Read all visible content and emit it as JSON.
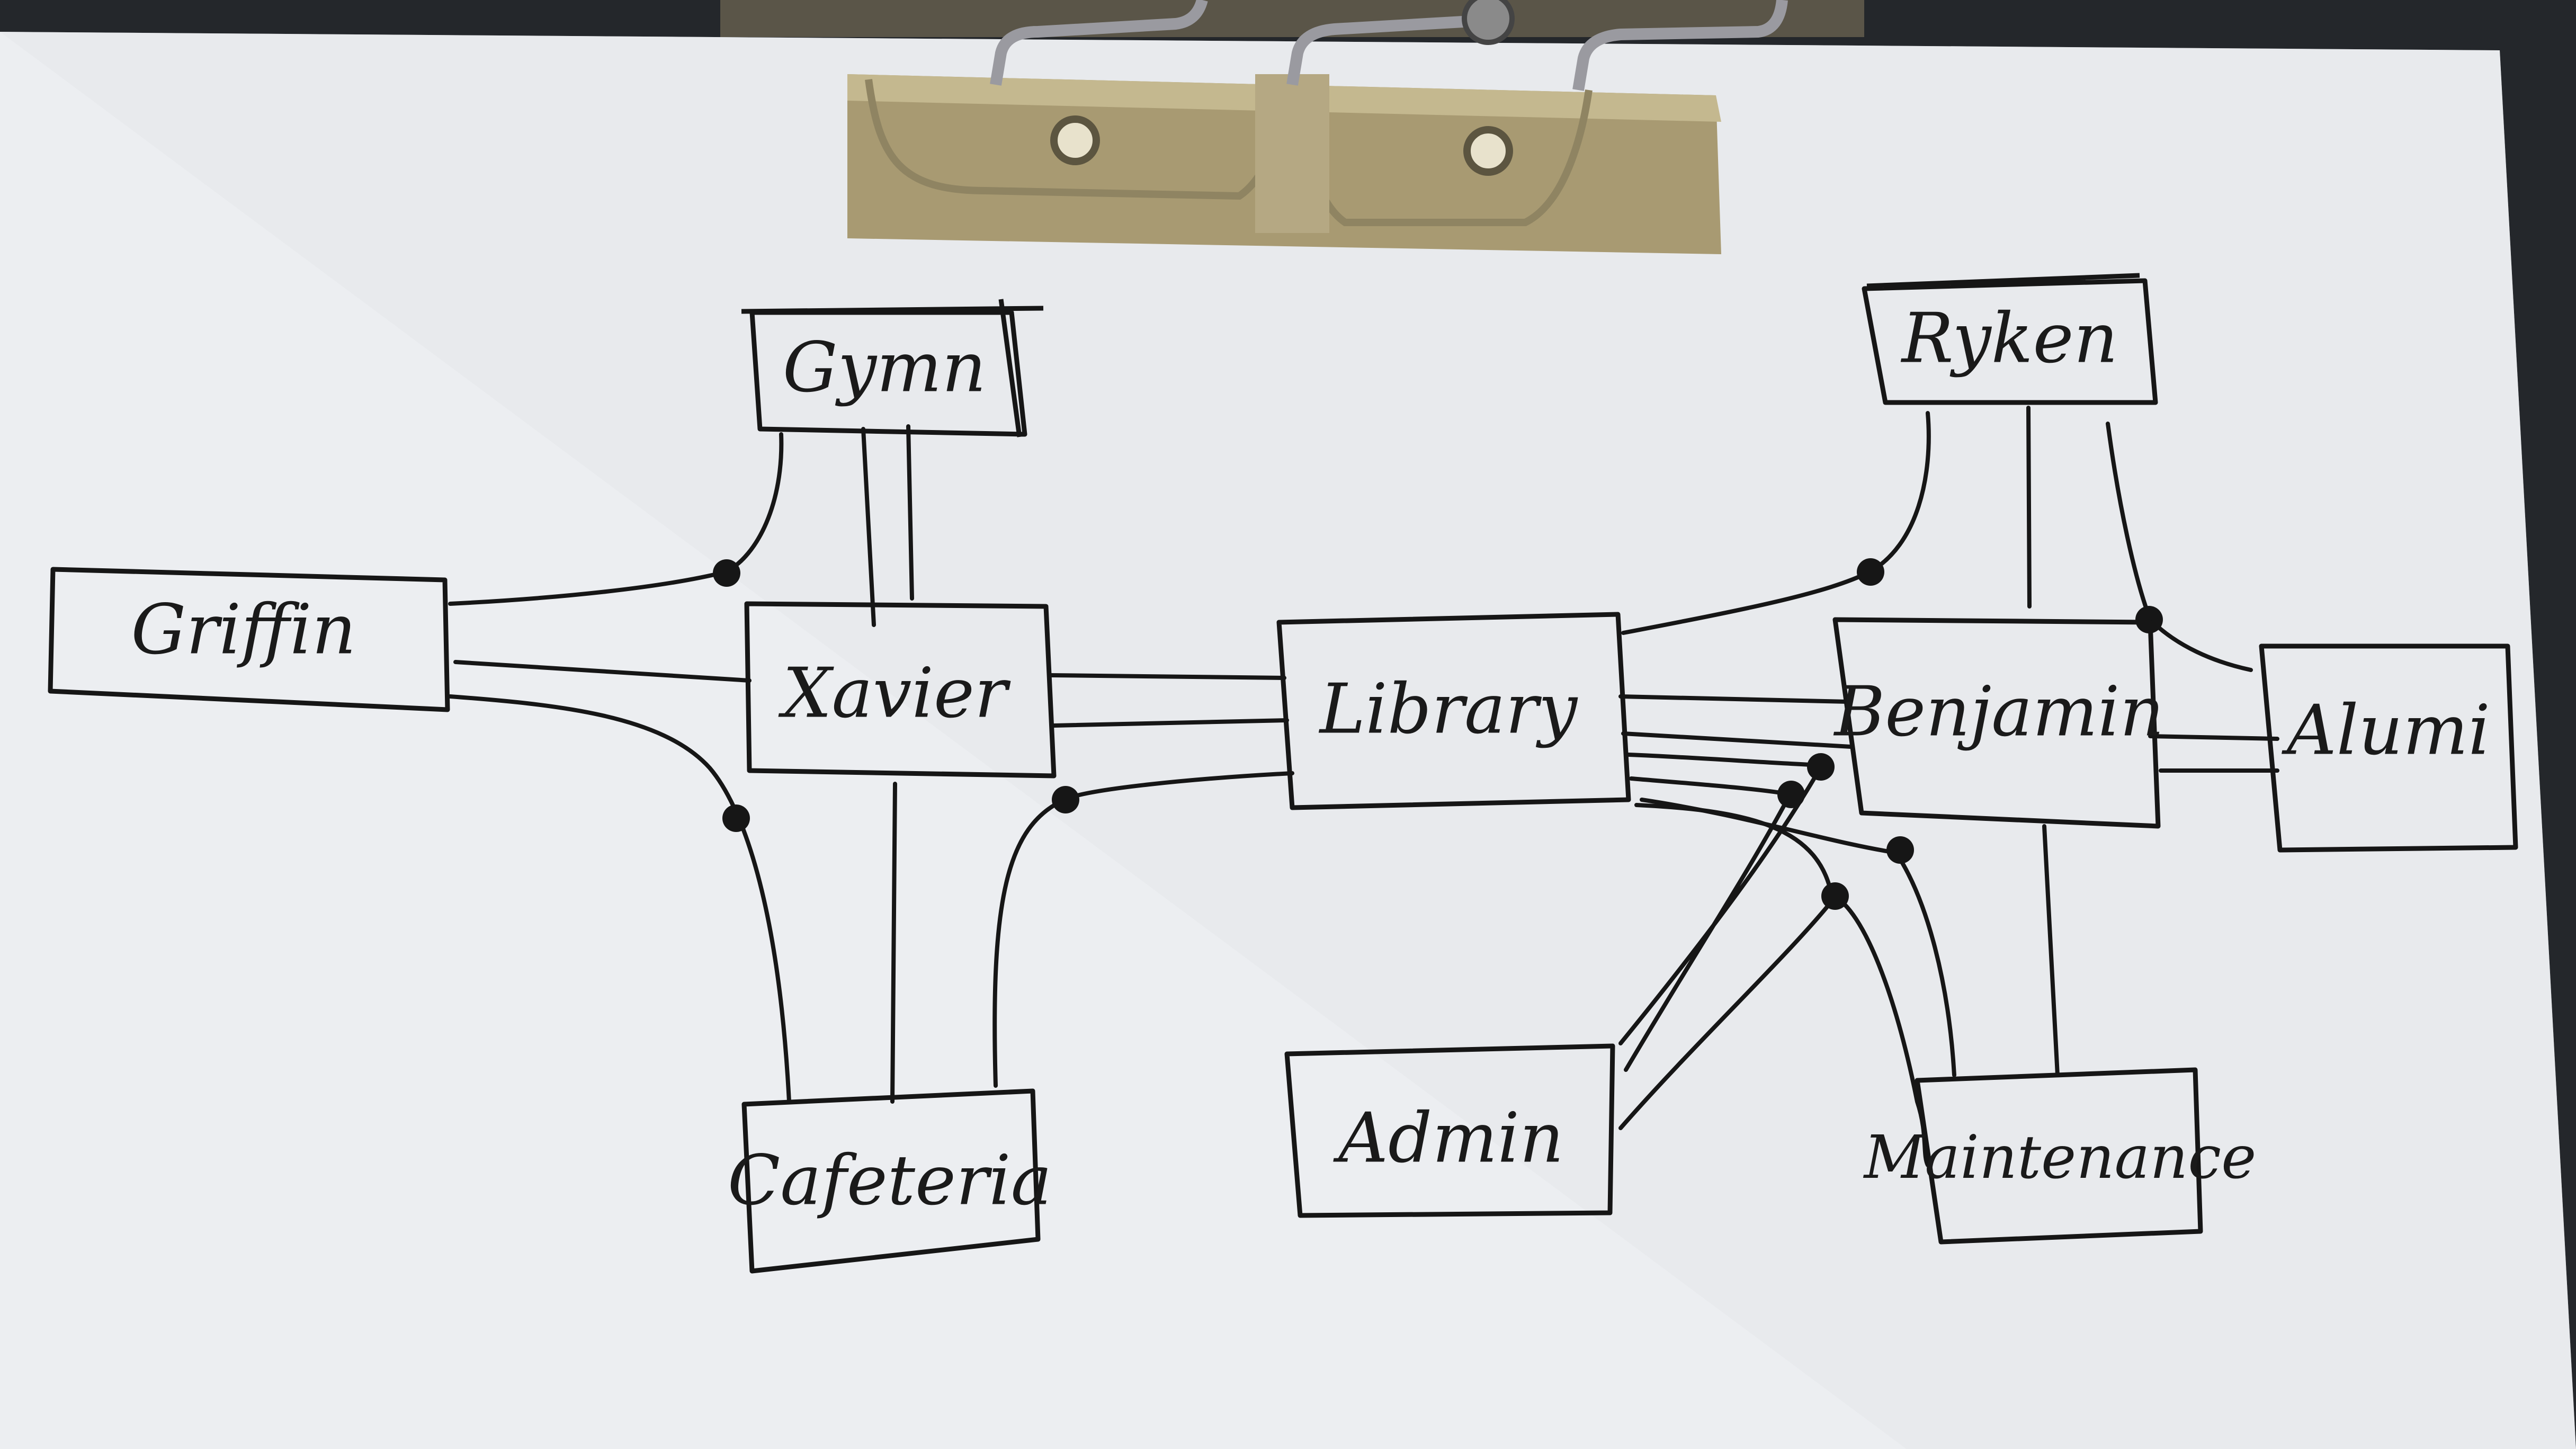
{
  "nodes": [
    {
      "id": "gym",
      "label": "Gymn"
    },
    {
      "id": "griffin",
      "label": "Griffin"
    },
    {
      "id": "xavier",
      "label": "Xavier"
    },
    {
      "id": "cafeteria",
      "label": "Cafeteria"
    },
    {
      "id": "library",
      "label": "Library"
    },
    {
      "id": "admin",
      "label": "Admin"
    },
    {
      "id": "ryken",
      "label": "Ryken"
    },
    {
      "id": "benjamin",
      "label": "Benjamin"
    },
    {
      "id": "alumni",
      "label": "Alumi"
    },
    {
      "id": "maintenance",
      "label": "Maintenance"
    }
  ],
  "edges": [
    [
      "gym",
      "xavier"
    ],
    [
      "griffin",
      "xavier"
    ],
    [
      "griffin",
      "gym"
    ],
    [
      "griffin",
      "cafeteria"
    ],
    [
      "xavier",
      "cafeteria"
    ],
    [
      "xavier",
      "library"
    ],
    [
      "library",
      "cafeteria"
    ],
    [
      "library",
      "benjamin"
    ],
    [
      "library",
      "ryken"
    ],
    [
      "library",
      "admin"
    ],
    [
      "library",
      "maintenance"
    ],
    [
      "ryken",
      "benjamin"
    ],
    [
      "ryken",
      "alumni"
    ],
    [
      "benjamin",
      "alumni"
    ],
    [
      "benjamin",
      "maintenance"
    ],
    [
      "admin",
      "maintenance"
    ]
  ]
}
